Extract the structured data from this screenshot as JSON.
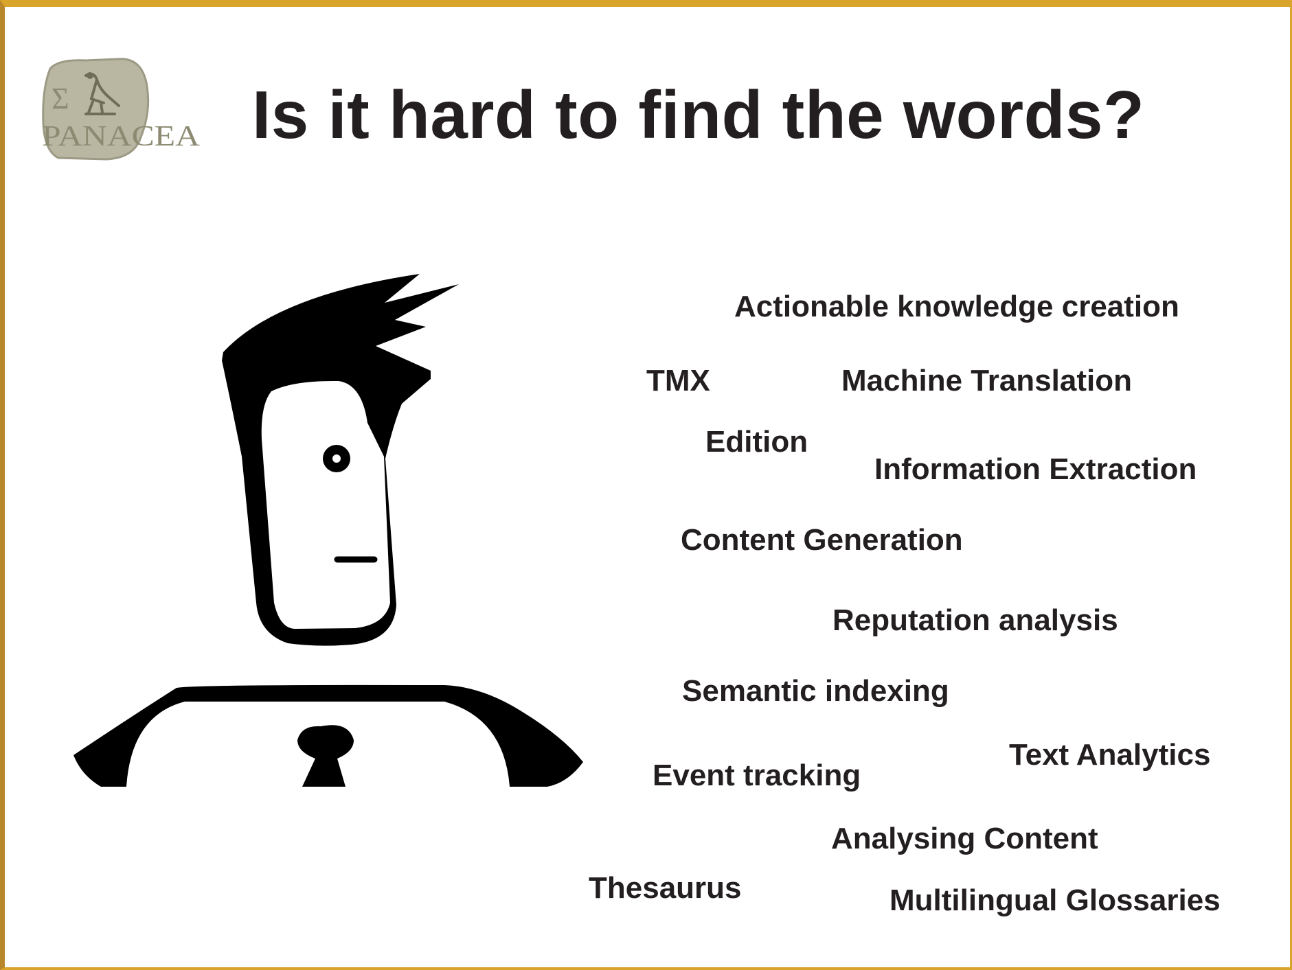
{
  "logo": {
    "text": "PANACEA",
    "symbol": "Σ",
    "icon": "panacea-stone-logo"
  },
  "title": "Is it hard to find the words?",
  "terms": [
    "Actionable knowledge creation",
    "TMX",
    "Machine Translation",
    "Edition",
    "Information Extraction",
    "Content Generation",
    "Reputation analysis",
    "Semantic indexing",
    "Text Analytics",
    "Event tracking",
    "Analysing Content",
    "Thesaurus",
    "Multilingual Glossaries"
  ],
  "colors": {
    "frame": "#d9a42a",
    "text": "#231f20",
    "logo_stone": "#b9b7a2",
    "logo_text": "#8d8a72"
  }
}
